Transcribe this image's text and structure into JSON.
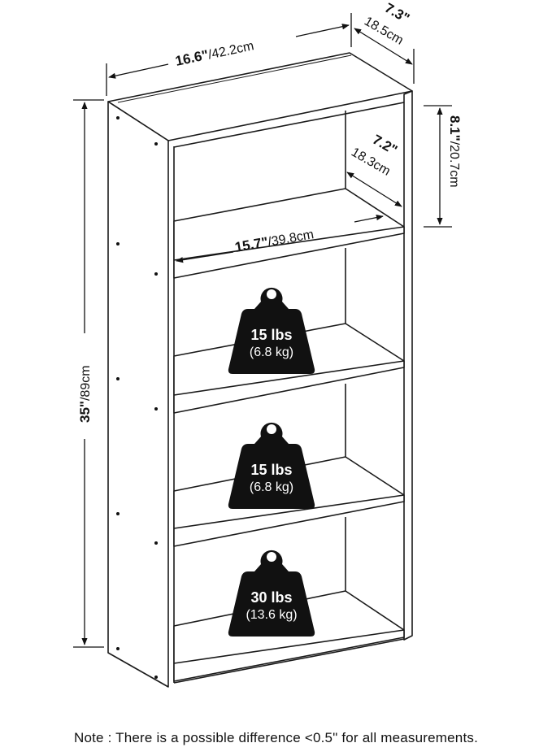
{
  "dimensions": {
    "width": {
      "in": "16.6\"",
      "cm": "/42.2cm"
    },
    "depth": {
      "in": "7.3\"",
      "cm": "18.5cm"
    },
    "height": {
      "in": "35\"",
      "cm": "/89cm"
    },
    "shelf_height": {
      "in": "8.1\"",
      "cm": "/20.7cm"
    },
    "inner_depth": {
      "in": "7.2\"",
      "cm": "18.3cm"
    },
    "inner_width": {
      "in": "15.7\"",
      "cm": "/39.8cm"
    }
  },
  "weights": [
    {
      "lbs": "15 lbs",
      "kg": "(6.8 kg)"
    },
    {
      "lbs": "15 lbs",
      "kg": "(6.8 kg)"
    },
    {
      "lbs": "30 lbs",
      "kg": "(13.6 kg)"
    }
  ],
  "note": "Note : There is a possible difference <0.5\" for all measurements.",
  "colors": {
    "line": "#1a1a1a",
    "weight_fill": "#111111",
    "background": "#ffffff"
  },
  "icons": [
    "weight-icon"
  ]
}
